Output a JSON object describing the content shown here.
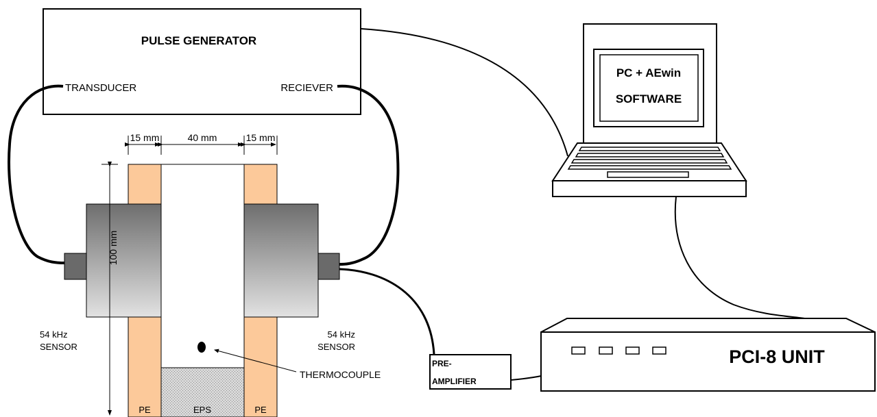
{
  "pulse_generator": {
    "title": "PULSE GENERATOR",
    "transducer_label": "TRANSDUCER",
    "receiver_label": "RECIEVER"
  },
  "dimensions": {
    "wall_left": "15 mm",
    "gap": "40 mm",
    "wall_right": "15 mm",
    "height": "100 mm"
  },
  "sensors": {
    "left_freq": "54 kHz",
    "left_name": "SENSOR",
    "right_freq": "54 kHz",
    "right_name": "SENSOR"
  },
  "materials": {
    "left_wall": "PE",
    "center": "EPS",
    "right_wall": "PE"
  },
  "thermocouple_label": "THERMOCOUPLE",
  "preamplifier": {
    "line1": "PRE-",
    "line2": "AMPLIFIER"
  },
  "computer": {
    "line1": "PC + AEwin",
    "line2": "SOFTWARE"
  },
  "pci_unit_label": "PCI-8 UNIT",
  "colors": {
    "pe_wall": "#fcc99a",
    "sensor_dark": "#6f6f6f",
    "sensor_light": "#e0e0e0",
    "cable": "#000000"
  }
}
